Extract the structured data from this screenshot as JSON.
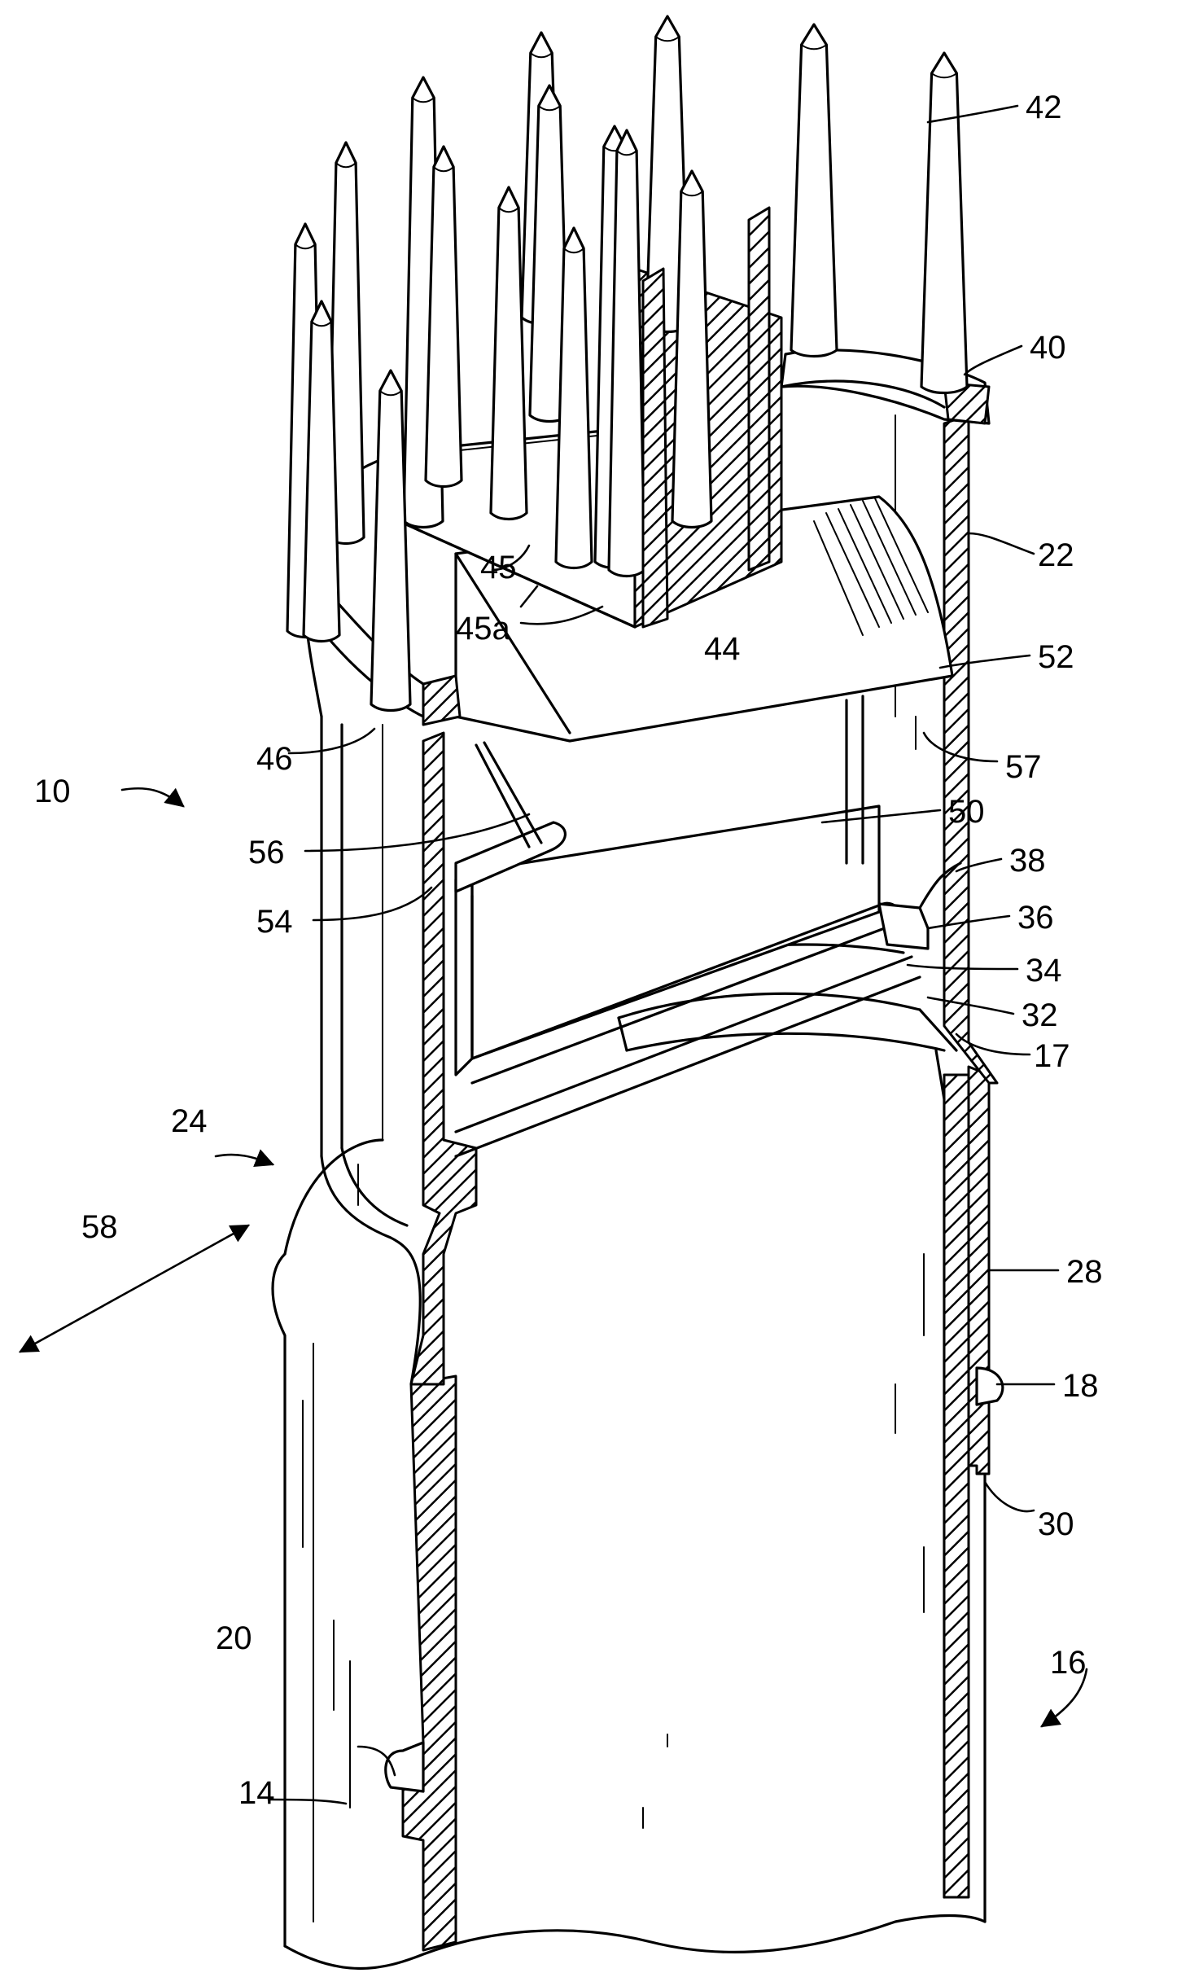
{
  "labels": {
    "l10": "10",
    "l14": "14",
    "l16": "16",
    "l17": "17",
    "l18": "18",
    "l20": "20",
    "l22": "22",
    "l24": "24",
    "l28": "28",
    "l30": "30",
    "l32": "32",
    "l34": "34",
    "l36": "36",
    "l38": "38",
    "l40": "40",
    "l42": "42",
    "l44": "44",
    "l45": "45",
    "l45a": "45a",
    "l46": "46",
    "l50": "50",
    "l52": "52",
    "l54": "54",
    "l56": "56",
    "l57": "57",
    "l58": "58"
  }
}
